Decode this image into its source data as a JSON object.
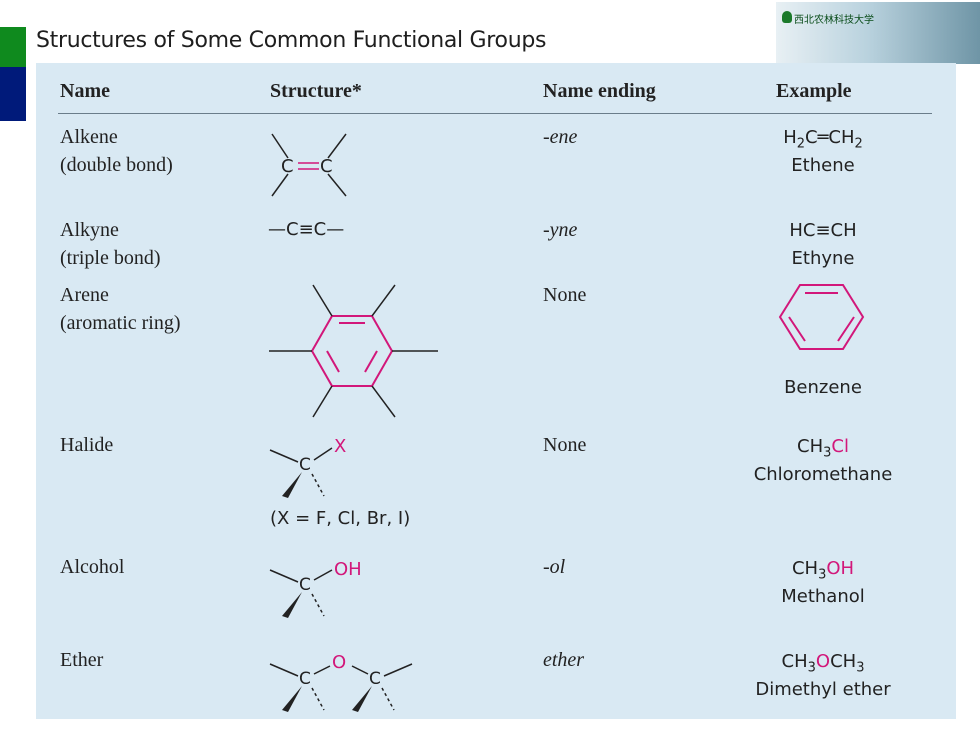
{
  "slide": {
    "title": "Structures of Some Common Functional Groups",
    "logo_text": "西北农林科技大学"
  },
  "table": {
    "headers": [
      "Name",
      "Structure*",
      "Name ending",
      "Example"
    ],
    "rows": [
      {
        "name_line1": "Alkene",
        "name_line2": "(double bond)",
        "ending": "-ene",
        "ending_italic": true,
        "example_parts": [
          {
            "text": "H"
          },
          {
            "text": "2",
            "sub": true
          },
          {
            "text": "C═CH"
          },
          {
            "text": "2",
            "sub": true
          }
        ],
        "example_name": "Ethene"
      },
      {
        "name_line1": "Alkyne",
        "name_line2": "(triple bond)",
        "ending": "-yne",
        "ending_italic": true,
        "structure_text": "—C≡C—",
        "example_parts": [
          {
            "text": "HC≡CH"
          }
        ],
        "example_name": "Ethyne"
      },
      {
        "name_line1": "Arene",
        "name_line2": "(aromatic ring)",
        "ending": "None",
        "ending_italic": false,
        "example_parts": [],
        "example_name": "Benzene"
      },
      {
        "name_line1": "Halide",
        "name_line2": "",
        "ending": "None",
        "ending_italic": false,
        "structure_note": "(X = F, Cl, Br, I)",
        "example_parts": [
          {
            "text": "CH"
          },
          {
            "text": "3",
            "sub": true
          },
          {
            "text": "Cl",
            "pink": true
          }
        ],
        "example_name": "Chloromethane"
      },
      {
        "name_line1": "Alcohol",
        "name_line2": "",
        "ending": "-ol",
        "ending_italic": true,
        "example_parts": [
          {
            "text": "CH"
          },
          {
            "text": "3",
            "sub": true
          },
          {
            "text": "OH",
            "pink": true
          }
        ],
        "example_name": "Methanol"
      },
      {
        "name_line1": "Ether",
        "name_line2": "",
        "ending": "ether",
        "ending_italic": true,
        "example_parts": [
          {
            "text": "CH"
          },
          {
            "text": "3",
            "sub": true
          },
          {
            "text": "O",
            "pink": true
          },
          {
            "text": "CH"
          },
          {
            "text": "3",
            "sub": true
          }
        ],
        "example_name": "Dimethyl ether"
      }
    ]
  },
  "structure_atoms": {
    "carbon": "C",
    "halogen": "X",
    "hydroxyl": "OH",
    "oxygen": "O"
  },
  "colors": {
    "highlight_pink": "#d2177a",
    "panel_bg": "#d9e9f3",
    "accent_green": "#0f8a1e",
    "accent_navy": "#001a7a"
  }
}
